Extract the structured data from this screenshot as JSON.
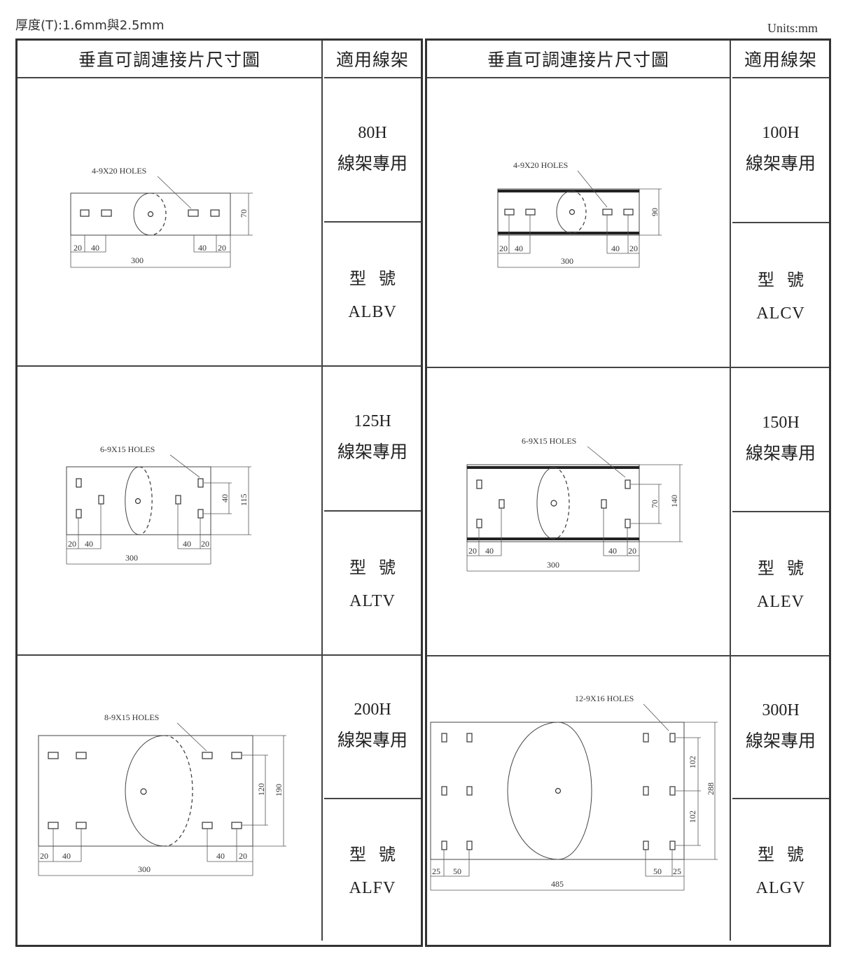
{
  "page": {
    "thickness_note": "厚度(T):1.6mm與2.5mm",
    "units": "Units:mm"
  },
  "headers": {
    "drawing": "垂直可調連接片尺寸圖",
    "application": "適用線架"
  },
  "labels": {
    "usage": "線架專用",
    "model_label": "型號"
  },
  "products": [
    {
      "size": "80H",
      "model": "ALBV",
      "holes": "4-9X20  HOLES",
      "w": "300",
      "h": "70",
      "inner": "",
      "dl1": "20",
      "dl2": "40",
      "dr1": "40",
      "dr2": "20"
    },
    {
      "size": "125H",
      "model": "ALTV",
      "holes": "6-9X15   HOLES",
      "w": "300",
      "h": "115",
      "inner": "40",
      "dl1": "20",
      "dl2": "40",
      "dr1": "40",
      "dr2": "20"
    },
    {
      "size": "200H",
      "model": "ALFV",
      "holes": "8-9X15   HOLES",
      "w": "300",
      "h": "190",
      "inner": "120",
      "dl1": "20",
      "dl2": "40",
      "dr1": "40",
      "dr2": "20"
    },
    {
      "size": "100H",
      "model": "ALCV",
      "holes": "4-9X20 HOLES",
      "w": "300",
      "h": "90",
      "inner": "",
      "dl1": "20",
      "dl2": "40",
      "dr1": "40",
      "dr2": "20"
    },
    {
      "size": "150H",
      "model": "ALEV",
      "holes": "6-9X15   HOLES",
      "w": "300",
      "h": "140",
      "inner": "70",
      "dl1": "20",
      "dl2": "40",
      "dr1": "40",
      "dr2": "20"
    },
    {
      "size": "300H",
      "model": "ALGV",
      "holes": "12-9X16  HOLES",
      "w": "485",
      "h": "288",
      "inner": "102",
      "inner2": "102",
      "dl1": "25",
      "dl2": "50",
      "dr1": "50",
      "dr2": "25"
    }
  ]
}
